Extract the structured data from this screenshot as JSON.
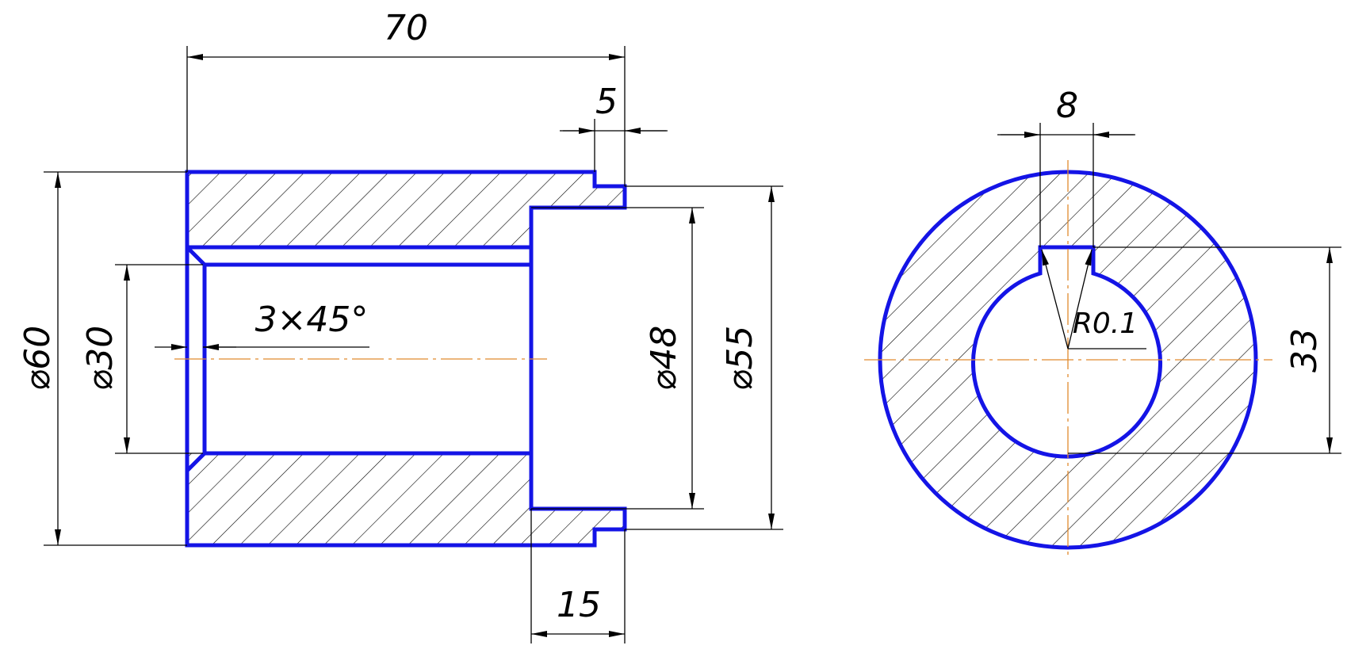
{
  "colors": {
    "outline": "#1414e6",
    "dimension": "#000000",
    "centerline": "#e08a2e"
  },
  "dims": {
    "length_total": "70",
    "step_len": "5",
    "recess_depth": "15",
    "dia_outer": "⌀60",
    "dia_bore": "⌀30",
    "dia_recess": "⌀48",
    "dia_flange": "⌀55",
    "chamfer": "3×45°",
    "key_width": "8",
    "key_depth": "33",
    "radius": "R0.1"
  }
}
